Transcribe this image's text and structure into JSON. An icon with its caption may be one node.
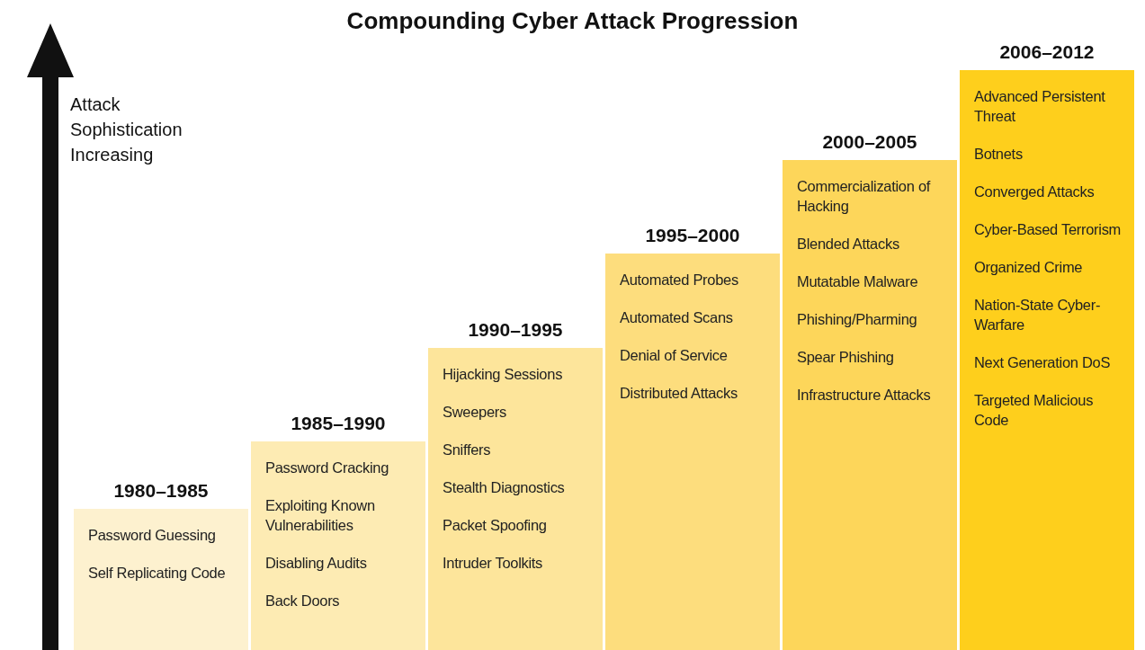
{
  "diagram": {
    "title": "Compounding Cyber Attack Progression",
    "nodes": [
      {
        "text": [
          "1980–1985",
          "Password Guessing",
          "Self Replicating Code"
        ]
      },
      {
        "text": [
          "1985–1990",
          "Password Cracking",
          "Exploiting Known Vulnerabilities",
          "Disabling Audits",
          "Back Doors"
        ]
      },
      {
        "text": [
          "1990–1995",
          "Hijacking Sessions",
          "Sweepers",
          "Sniffers",
          "Stealth Diagnostics",
          "Packet Spoofing",
          "Intruder Toolkits"
        ]
      },
      {
        "text": [
          "1995–2000",
          "Automated Probes",
          "Automated Scans",
          "Denial of Service",
          "Distributed Attacks"
        ]
      },
      {
        "text": [
          "2000–2005",
          "Commercialization of Hacking",
          "Blended Attacks",
          "Mutatable Malware",
          "Phishing/Pharming",
          "Spear Phishing",
          "Infrastructure Attacks"
        ]
      },
      {
        "text": [
          "2006–2012",
          "Advanced Persistent Threat",
          "Botnets",
          "Converged Attacks",
          "Cyber-Based Terrorism",
          "Organized Crime",
          "Nation-State Cyber-Warfare",
          "Next Generation DoS",
          "Targeted Malicious Code"
        ]
      }
    ],
    "labels": [
      "Attack Sophistication Increasing"
    ]
  }
}
